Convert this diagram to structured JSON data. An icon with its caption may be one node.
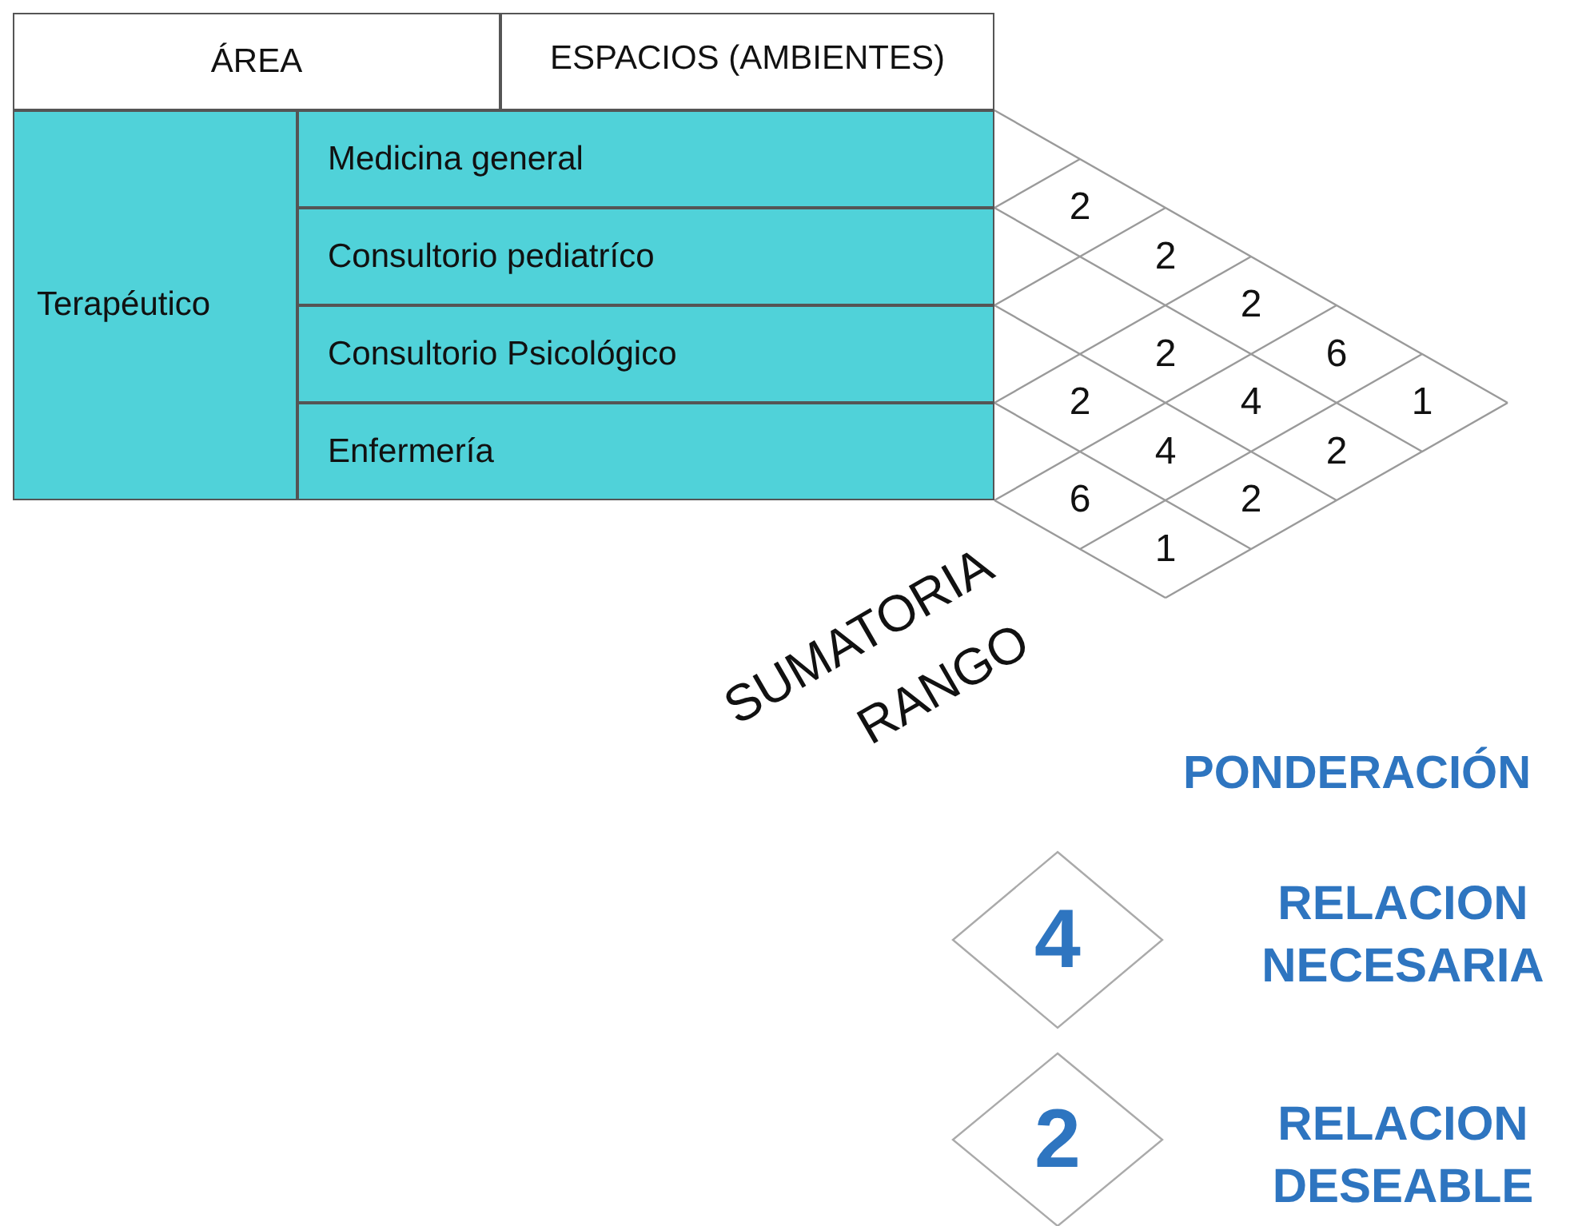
{
  "diagram": {
    "nodes": [
      {
        "text": [
          "4"
        ],
        "beside": [
          "RELACION NECESARIA"
        ]
      },
      {
        "text": [
          "2"
        ],
        "beside": [
          "RELACION DESEABLE"
        ]
      }
    ],
    "labels": [
      "ÁREA",
      "ESPACIOS (AMBIENTES)",
      "Terapéutico",
      "Medicina general",
      "Consultorio pediatríco",
      "Consultorio Psicológico",
      "Enfermería",
      "2",
      "2",
      "2",
      "6",
      "1",
      "2",
      "4",
      "2",
      "2",
      "4",
      "2",
      "6",
      "1",
      "SUMATORIA",
      "RANGO",
      "PONDERACIÓN"
    ]
  }
}
